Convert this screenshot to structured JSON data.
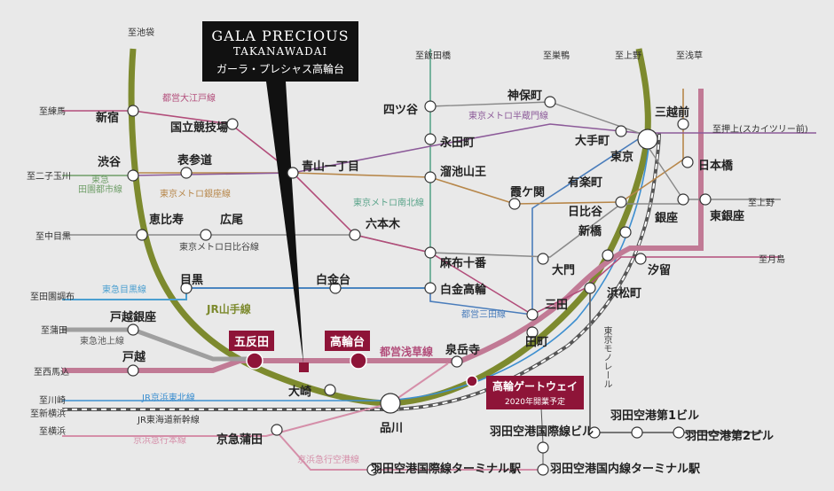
{
  "colors": {
    "background": "#e9e9e9",
    "yamanote": "#7d8a2e",
    "asakusa": "#c17a95",
    "accent": "#8e1438",
    "hibiya": "#8a8a8a",
    "ginza": "#b7874a",
    "hanzomon": "#8c5a99",
    "namboku": "#5aa48a",
    "mita": "#4a7dbb",
    "oedo": "#b24d7a",
    "keihin_tohoku": "#3d8fd0",
    "denentoshi": "#6f9e68",
    "tokyu_ikegami": "#9f9f9f",
    "keikyu": "#d58fa9",
    "meguro": "#4b9fd0",
    "monorail": "#666666"
  },
  "logo": {
    "name_line1": "GALA PRECIOUS",
    "name_line2": "TAKANAWADAI",
    "name_jp": "ガーラ・プレシャス高輪台"
  },
  "stations": {
    "shinjuku": "新宿",
    "kokuritsu": "国立競技場",
    "shibuya": "渋谷",
    "omotesando": "表参道",
    "aoyama": "青山一丁目",
    "ebisu": "恵比寿",
    "hiroo": "広尾",
    "meguro": "目黒",
    "shirokanedai": "白金台",
    "shirokane_takanawa": "白金高輪",
    "azabu": "麻布十番",
    "roppongi": "六本木",
    "yotsuya": "四ツ谷",
    "nagatacho": "永田町",
    "tameike": "溜池山王",
    "kasumigaseki": "霞ケ関",
    "jimbocho": "神保町",
    "otemachi": "大手町",
    "tokyo": "東京",
    "mitsukoshimae": "三越前",
    "nihonbashi": "日本橋",
    "yurakucho": "有楽町",
    "hibiya": "日比谷",
    "ginza": "銀座",
    "higashi_ginza": "東銀座",
    "shimbashi": "新橋",
    "shiodome": "汐留",
    "daimon": "大門",
    "hamamatsucho": "浜松町",
    "mita": "三田",
    "tamachi": "田町",
    "sengakuji": "泉岳寺",
    "takanawa_gw": "高輪ゲートウェイ",
    "takanawa_gw_note": "2020年開業予定",
    "takanawadai": "高輪台",
    "gotanda": "五反田",
    "osaki": "大崎",
    "shinagawa": "品川",
    "togoshi_ginza": "戸越銀座",
    "togoshi": "戸越",
    "keikyu_kamata": "京急蒲田",
    "haneda_intl": "羽田空港国際線ビル",
    "haneda_t1": "羽田空港第1ビル",
    "haneda_t2": "羽田空港第2ビル",
    "haneda_intl_term": "羽田空港国際線ターミナル駅",
    "haneda_dom_term": "羽田空港国内線ターミナル駅"
  },
  "destinations": {
    "ikebukuro": "至池袋",
    "iidabashi": "至飯田橋",
    "sugamo": "至巣鴨",
    "ueno1": "至上野",
    "asakusa": "至浅草",
    "nerima": "至練馬",
    "oshiage": "至押上(スカイツリー前)",
    "futako": "至二子玉川",
    "ueno2": "至上野",
    "nakameguro": "至中目黒",
    "tsukishima": "至月島",
    "denenchofu": "至田園調布",
    "kamata": "至蒲田",
    "nishimagome": "至西馬込",
    "kawasaki": "至川崎",
    "shinyokohama": "至新横浜",
    "yokohama": "至横浜"
  },
  "lines": {
    "oedo": "都営大江戸線",
    "hanzomon": "東京メトロ半蔵門線",
    "denentoshi": "東急\n田園都市線",
    "ginza": "東京メトロ銀座線",
    "namboku": "東京メトロ南北線",
    "hibiya": "東京メトロ日比谷線",
    "meguro": "東急目黒線",
    "yamanote": "JR山手線",
    "mita": "都営三田線",
    "ikegami": "東急池上線",
    "asakusa": "都営浅草線",
    "keihin_tohoku": "JR京浜東北線",
    "tokaido": "JR東海道新幹線",
    "keikyu": "京浜急行本線",
    "keikyu_airport": "京浜急行空港線",
    "monorail": "東京モノレール"
  }
}
